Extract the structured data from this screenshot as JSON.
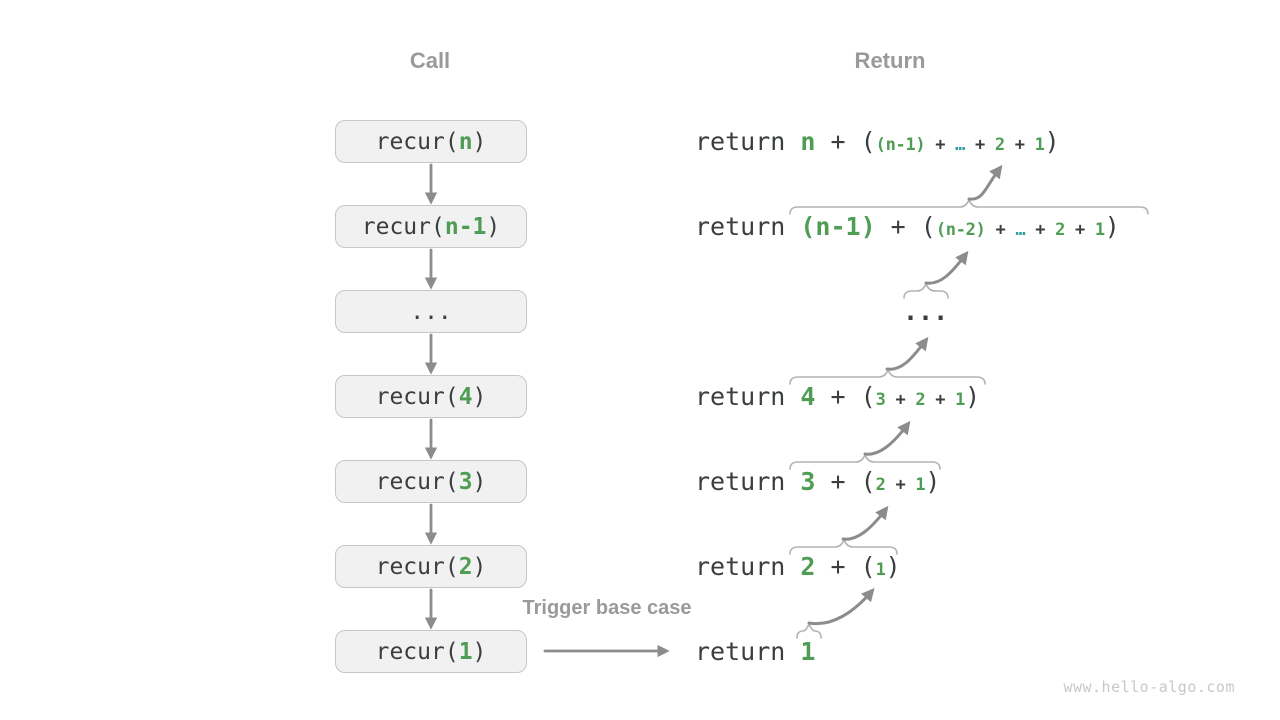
{
  "headers": {
    "call": "Call",
    "return": "Return"
  },
  "colors": {
    "green": "#4f9d55",
    "teal": "#2e9ca1",
    "code": "#3b3e41",
    "muted": "#9a9a9a",
    "arrow": "#8c8c8c",
    "brace": "#b4b4b4",
    "box_bg": "#f1f1f1",
    "box_border": "#c7c7c7",
    "watermark": "#c8c8c8"
  },
  "call_boxes": [
    {
      "segments": [
        {
          "t": "recur(",
          "c": "code"
        },
        {
          "t": "n",
          "c": "green"
        },
        {
          "t": ")",
          "c": "code"
        }
      ]
    },
    {
      "segments": [
        {
          "t": "recur(",
          "c": "code"
        },
        {
          "t": "n-1",
          "c": "green"
        },
        {
          "t": ")",
          "c": "code"
        }
      ]
    },
    {
      "segments": [
        {
          "t": "...",
          "c": "code"
        }
      ]
    },
    {
      "segments": [
        {
          "t": "recur(",
          "c": "code"
        },
        {
          "t": "4",
          "c": "green"
        },
        {
          "t": ")",
          "c": "code"
        }
      ]
    },
    {
      "segments": [
        {
          "t": "recur(",
          "c": "code"
        },
        {
          "t": "3",
          "c": "green"
        },
        {
          "t": ")",
          "c": "code"
        }
      ]
    },
    {
      "segments": [
        {
          "t": "recur(",
          "c": "code"
        },
        {
          "t": "2",
          "c": "green"
        },
        {
          "t": ")",
          "c": "code"
        }
      ]
    },
    {
      "segments": [
        {
          "t": "recur(",
          "c": "code"
        },
        {
          "t": "1",
          "c": "green"
        },
        {
          "t": ")",
          "c": "code"
        }
      ]
    }
  ],
  "return_lines": [
    {
      "segments": [
        {
          "t": "return ",
          "c": "code"
        },
        {
          "t": "n",
          "c": "green"
        },
        {
          "t": " + ",
          "c": "code"
        },
        {
          "t": "(",
          "c": "code"
        },
        {
          "t": "(n-1)",
          "c": "green",
          "s": "small"
        },
        {
          "t": " + ",
          "c": "code",
          "s": "small"
        },
        {
          "t": "…",
          "c": "teal",
          "s": "small"
        },
        {
          "t": " + ",
          "c": "code",
          "s": "small"
        },
        {
          "t": "2",
          "c": "green",
          "s": "small"
        },
        {
          "t": " + ",
          "c": "code",
          "s": "small"
        },
        {
          "t": "1",
          "c": "green",
          "s": "small"
        },
        {
          "t": ")",
          "c": "code"
        }
      ]
    },
    {
      "segments": [
        {
          "t": "return ",
          "c": "code"
        },
        {
          "t": "(n-1)",
          "c": "green"
        },
        {
          "t": " + ",
          "c": "code"
        },
        {
          "t": "(",
          "c": "code"
        },
        {
          "t": "(n-2)",
          "c": "green",
          "s": "small"
        },
        {
          "t": " + ",
          "c": "code",
          "s": "small"
        },
        {
          "t": "…",
          "c": "teal",
          "s": "small"
        },
        {
          "t": " + ",
          "c": "code",
          "s": "small"
        },
        {
          "t": "2",
          "c": "green",
          "s": "small"
        },
        {
          "t": " + ",
          "c": "code",
          "s": "small"
        },
        {
          "t": "1",
          "c": "green",
          "s": "small"
        },
        {
          "t": ")",
          "c": "code"
        }
      ]
    },
    {
      "segments": [
        {
          "t": "...",
          "c": "code"
        }
      ]
    },
    {
      "segments": [
        {
          "t": "return ",
          "c": "code"
        },
        {
          "t": "4",
          "c": "green"
        },
        {
          "t": " + ",
          "c": "code"
        },
        {
          "t": "(",
          "c": "code"
        },
        {
          "t": "3",
          "c": "green",
          "s": "small"
        },
        {
          "t": " + ",
          "c": "code",
          "s": "small"
        },
        {
          "t": "2",
          "c": "green",
          "s": "small"
        },
        {
          "t": " + ",
          "c": "code",
          "s": "small"
        },
        {
          "t": "1",
          "c": "green",
          "s": "small"
        },
        {
          "t": ")",
          "c": "code"
        }
      ]
    },
    {
      "segments": [
        {
          "t": "return ",
          "c": "code"
        },
        {
          "t": "3",
          "c": "green"
        },
        {
          "t": " + ",
          "c": "code"
        },
        {
          "t": "(",
          "c": "code"
        },
        {
          "t": "2",
          "c": "green",
          "s": "small"
        },
        {
          "t": " + ",
          "c": "code",
          "s": "small"
        },
        {
          "t": "1",
          "c": "green",
          "s": "small"
        },
        {
          "t": ")",
          "c": "code"
        }
      ]
    },
    {
      "segments": [
        {
          "t": "return ",
          "c": "code"
        },
        {
          "t": "2",
          "c": "green"
        },
        {
          "t": " + ",
          "c": "code"
        },
        {
          "t": "(",
          "c": "code"
        },
        {
          "t": "1",
          "c": "green",
          "s": "small"
        },
        {
          "t": ")",
          "c": "code"
        }
      ]
    },
    {
      "segments": [
        {
          "t": "return ",
          "c": "code"
        },
        {
          "t": "1",
          "c": "green"
        }
      ]
    }
  ],
  "trigger_label": "Trigger base case",
  "watermark": "www.hello-algo.com"
}
